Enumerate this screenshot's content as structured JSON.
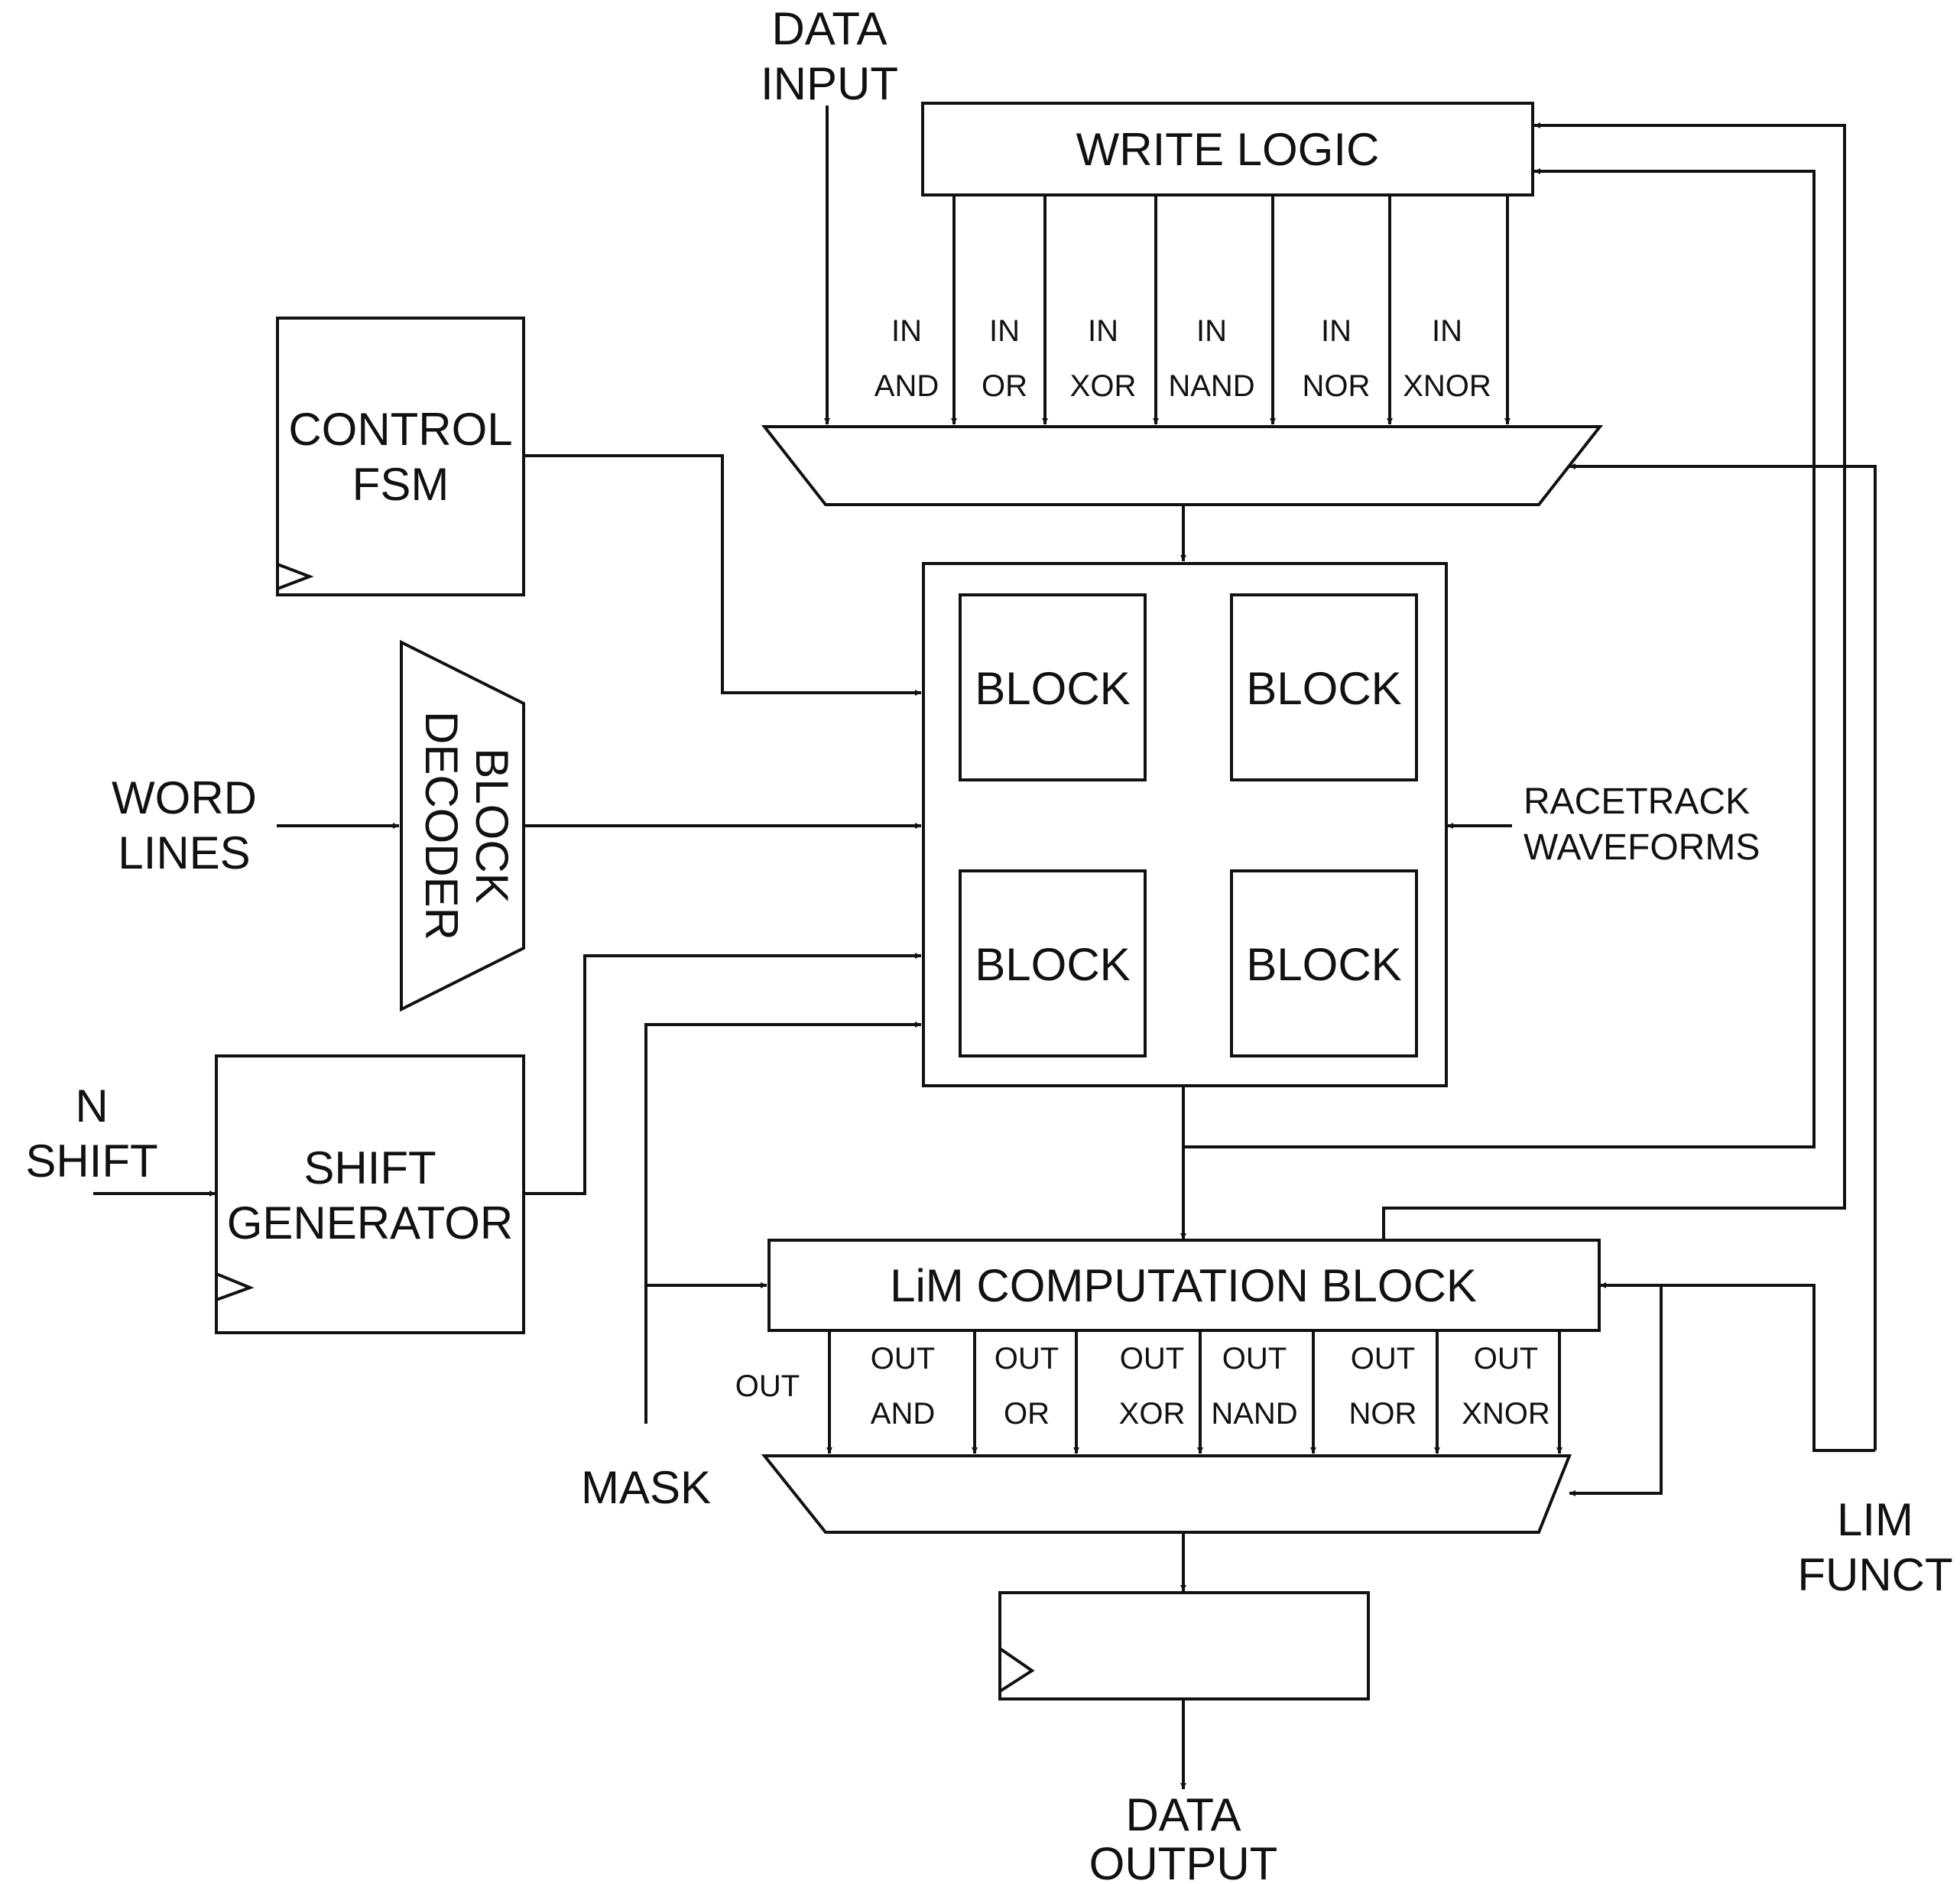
{
  "labels": {
    "data_input": [
      "DATA",
      "INPUT"
    ],
    "write_logic": "WRITE LOGIC",
    "control_fsm": [
      "CONTROL",
      "FSM"
    ],
    "block_decoder": [
      "BLOCK",
      "DECODER"
    ],
    "word_lines": [
      "WORD",
      "LINES"
    ],
    "n_shift": [
      "N",
      "SHIFT"
    ],
    "shift_generator": [
      "SHIFT",
      "GENERATOR"
    ],
    "blocks": [
      "BLOCK",
      "BLOCK",
      "BLOCK",
      "BLOCK"
    ],
    "racetrack_waveforms": [
      "RACETRACK",
      "WAVEFORMS"
    ],
    "lim_computation_block": "LiM COMPUTATION BLOCK",
    "mask": "MASK",
    "lim_funct": [
      "LIM",
      "FUNCT"
    ],
    "data_output": [
      "DATA",
      "OUTPUT"
    ],
    "write_mux_inputs": [
      [
        "IN",
        "AND"
      ],
      [
        "IN",
        "OR"
      ],
      [
        "IN",
        "XOR"
      ],
      [
        "IN",
        "NAND"
      ],
      [
        "IN",
        "NOR"
      ],
      [
        "IN",
        "XNOR"
      ]
    ],
    "out_plain": "OUT",
    "out_mux_inputs": [
      [
        "OUT",
        "AND"
      ],
      [
        "OUT",
        "OR"
      ],
      [
        "OUT",
        "XOR"
      ],
      [
        "OUT",
        "NAND"
      ],
      [
        "OUT",
        "NOR"
      ],
      [
        "OUT",
        "XNOR"
      ]
    ]
  }
}
